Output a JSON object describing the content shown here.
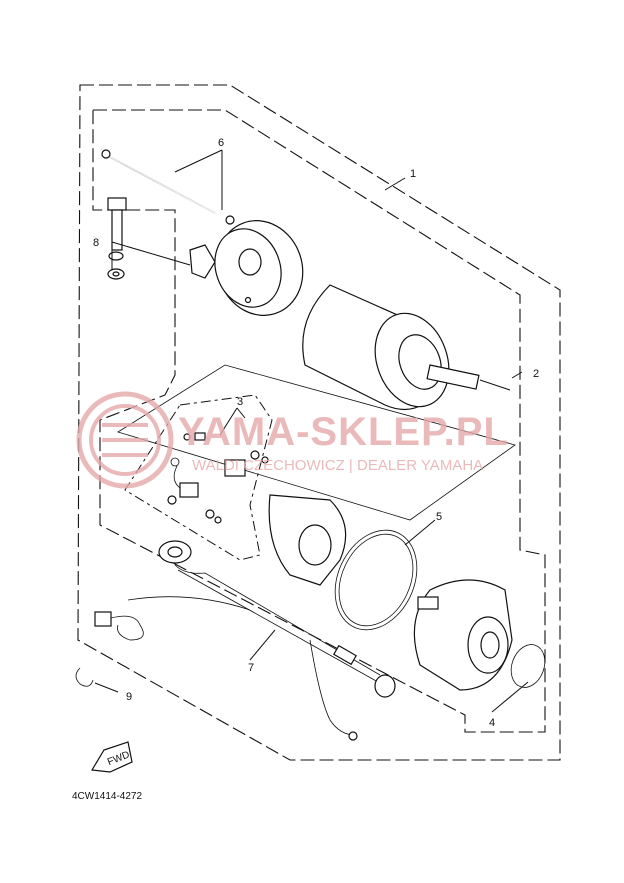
{
  "diagram": {
    "code": "4CW1414-4272",
    "callouts": {
      "c1": "1",
      "c2": "2",
      "c3": "3",
      "c4": "4",
      "c5": "5",
      "c6": "6",
      "c7": "7",
      "c8": "8",
      "c9": "9"
    },
    "fwd_label": "FWD"
  },
  "watermark": {
    "brand": "YAMA-SKLEP.PL",
    "subtitle": "WALDI CZECHOWICZ | DEALER YAMAHA",
    "logo_color": "#e6a8aa"
  }
}
